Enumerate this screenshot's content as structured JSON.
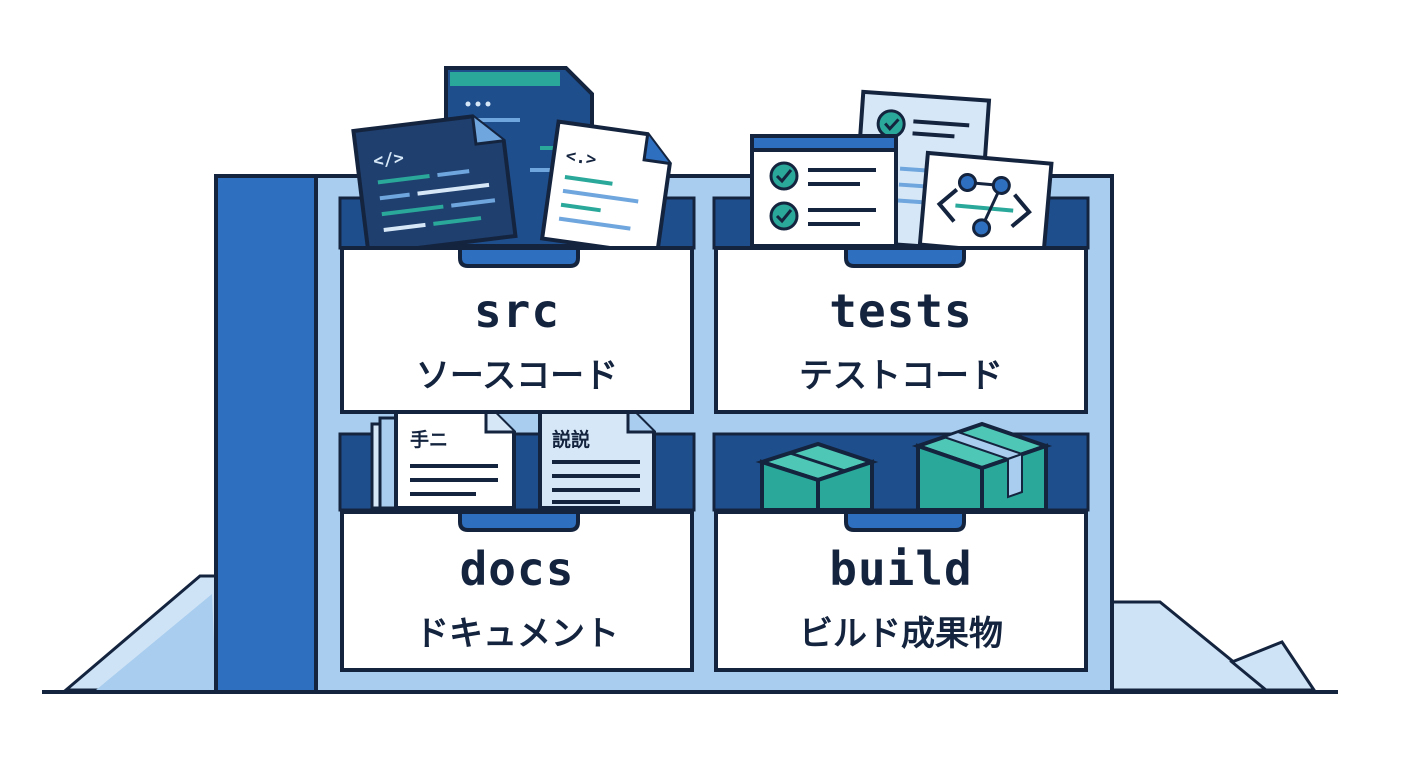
{
  "drawers": [
    {
      "name": "src",
      "desc": "ソースコード"
    },
    {
      "name": "tests",
      "desc": "テストコード"
    },
    {
      "name": "docs",
      "desc": "ドキュメント"
    },
    {
      "name": "build",
      "desc": "ビルド成果物"
    }
  ],
  "docs_contents": {
    "doc1_title": "手ニ",
    "doc2_title": "説説"
  },
  "code_tags": {
    "dark": "</>",
    "light": "<.>"
  },
  "colors": {
    "navy": "#14243f",
    "dark_blue": "#1f4e8c",
    "mid_blue": "#2f6fbf",
    "light_blue": "#a8cdee",
    "pale_blue": "#d6e8f8",
    "teal": "#2aa89a"
  }
}
